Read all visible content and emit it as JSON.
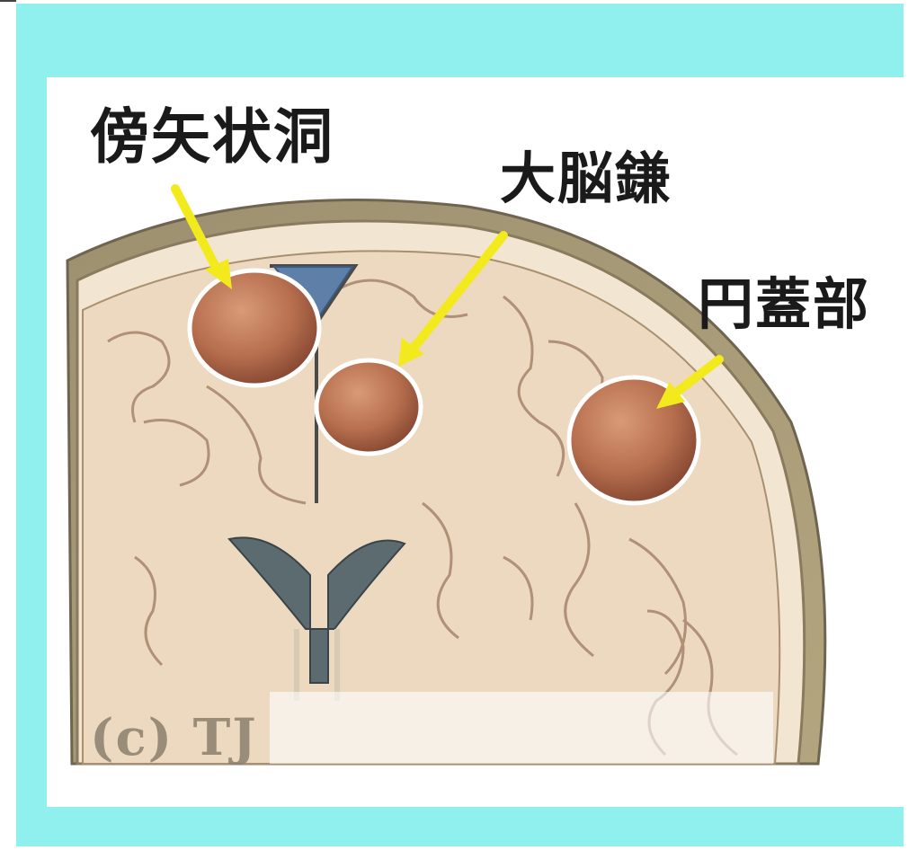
{
  "labels": {
    "sagittal_sinus": "傍矢状洞",
    "falx": "大脳鎌",
    "convexity": "円蓋部"
  },
  "copyright": "(c) TJ",
  "icons": {
    "arrow": "pointer-arrow-icon",
    "tumor": "tumor-mass"
  },
  "colors": {
    "frame": "#8ff0ee",
    "arrow": "#f2ea1c",
    "tumor": "#b8704f",
    "brain": "#ecd9c0",
    "skull": "#a89a7a",
    "ventricle": "#5b6b70"
  }
}
